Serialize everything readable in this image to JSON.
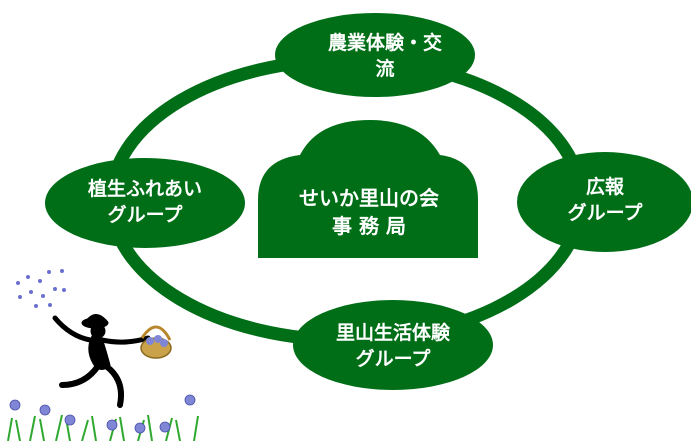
{
  "diagram": {
    "center": {
      "line1": "せいか里山の会",
      "line2": "事 務 局"
    },
    "nodes": {
      "top": {
        "line1": "農業体験・交",
        "line2": "流"
      },
      "left": {
        "line1": "植生ふれあい",
        "line2": "グループ"
      },
      "right": {
        "line1": "広報",
        "line2": "グループ"
      },
      "bottom": {
        "line1": "里山生活体験",
        "line2": "グループ"
      }
    },
    "colors": {
      "green": "#006e17",
      "flower": "#7f86d6",
      "grass": "#2fa82f",
      "black": "#000000"
    }
  }
}
